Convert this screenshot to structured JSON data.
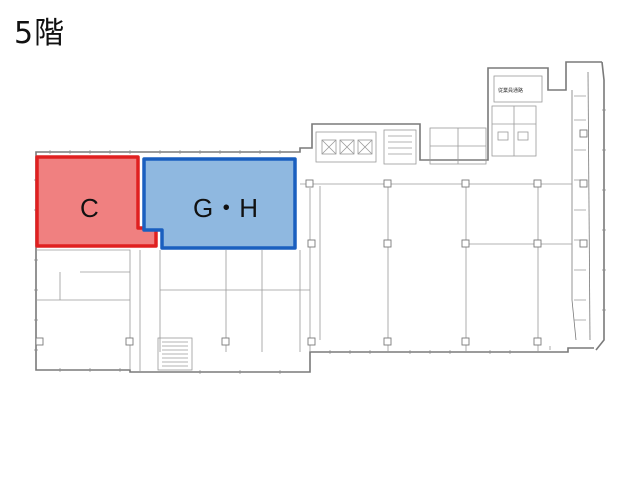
{
  "floor": {
    "title": "5階"
  },
  "zones": [
    {
      "id": "c",
      "label": "C",
      "fill": "#f08080",
      "stroke": "#e02020"
    },
    {
      "id": "gh",
      "label": "G・H",
      "fill": "#8fb8e0",
      "stroke": "#1a5fbf"
    }
  ],
  "plan": {
    "wall_color": "#7a7a7a",
    "fine_line_color": "#9a9a9a",
    "core_label": "従業員通路"
  }
}
